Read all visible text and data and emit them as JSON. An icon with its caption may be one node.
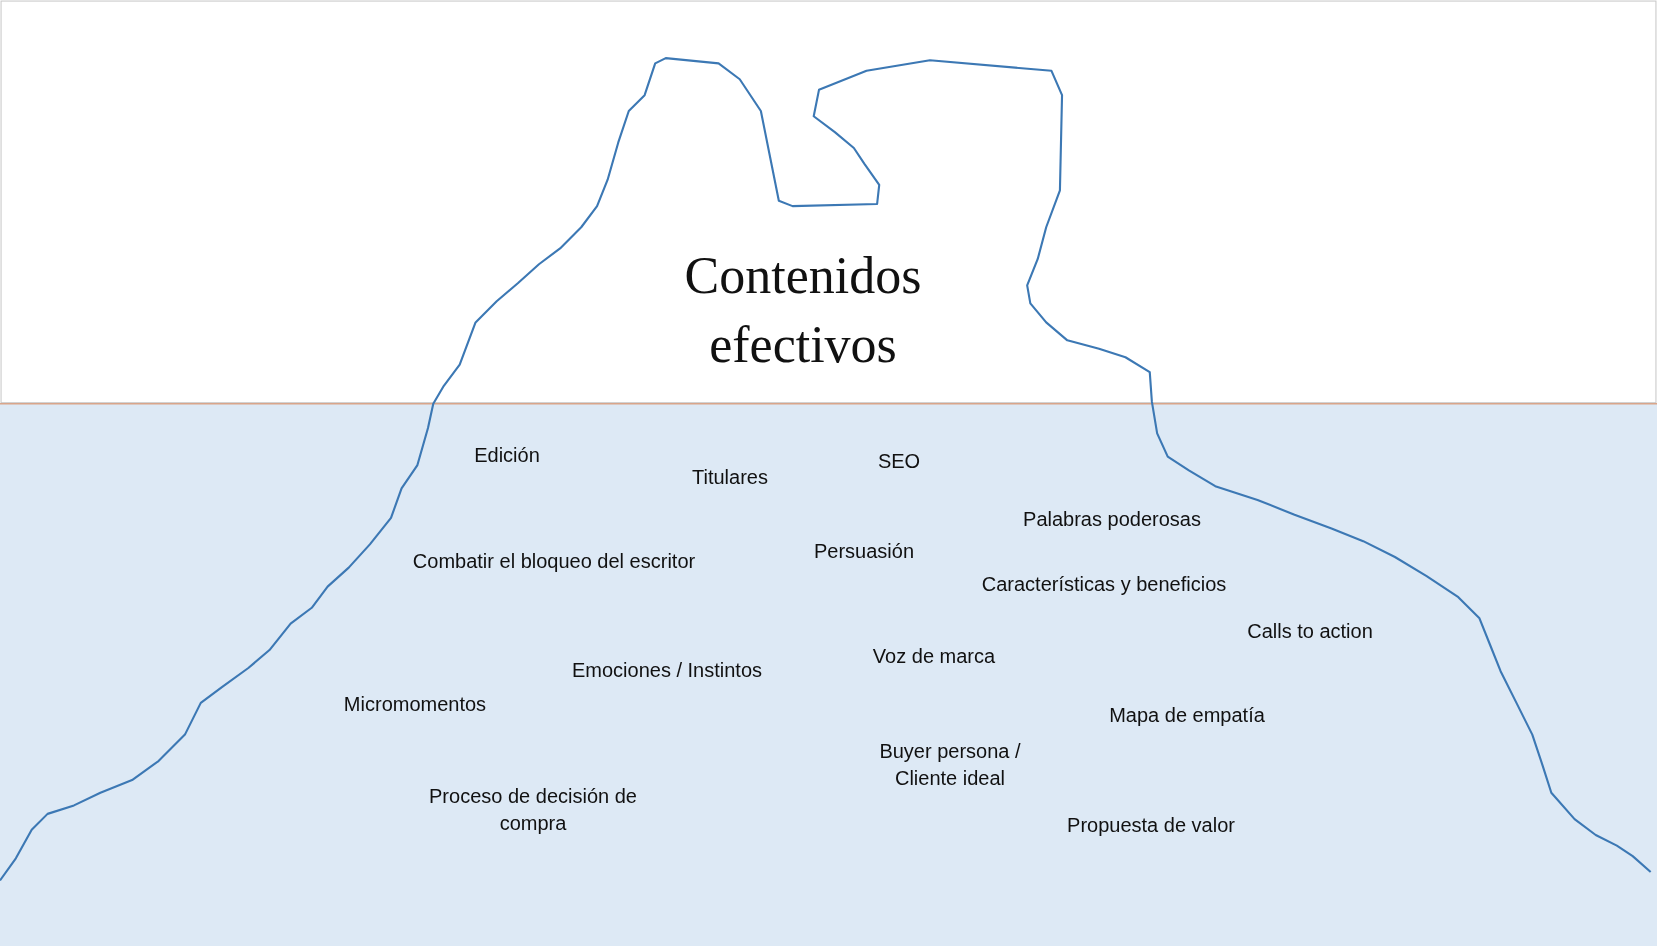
{
  "diagram": {
    "title": "Contenidos efectivos",
    "labels": [
      "Edición",
      "SEO",
      "Titulares",
      "Palabras poderosas",
      "Persuasión",
      "Combatir el bloqueo del escritor",
      "Características y beneficios",
      "Calls to action",
      "Voz de marca",
      "Emociones / Instintos",
      "Micromomentos",
      "Mapa de empatía",
      "Buyer persona / Cliente ideal",
      "Proceso de decisión de compra",
      "Propuesta de valor"
    ]
  }
}
